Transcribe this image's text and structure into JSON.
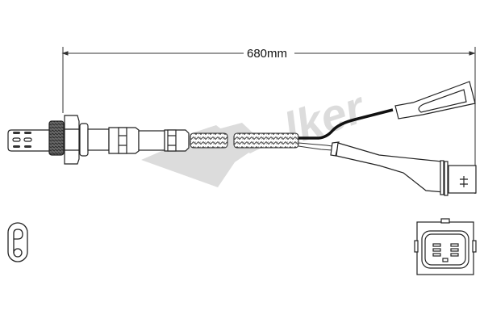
{
  "diagram": {
    "subject": "oxygen sensor",
    "dimension": {
      "label": "680mm",
      "value": 680,
      "unit": "mm"
    },
    "watermark": {
      "text": "Walker",
      "color": "#d9d9d9"
    },
    "parts": {
      "probe": "sensor tip with vent slots",
      "thread": "threaded mounting",
      "hex_nut": "hex body",
      "braided_cable": "braided wire sheath",
      "wires": [
        "black wire",
        "white wire"
      ],
      "spade_connector": "spade terminal",
      "plug_connector": "plug connector"
    },
    "insets": {
      "left": "sensor end view",
      "right": "connector face view"
    },
    "colors": {
      "line": "#222222",
      "braid": "#555555",
      "wire_black": "#111111"
    }
  }
}
